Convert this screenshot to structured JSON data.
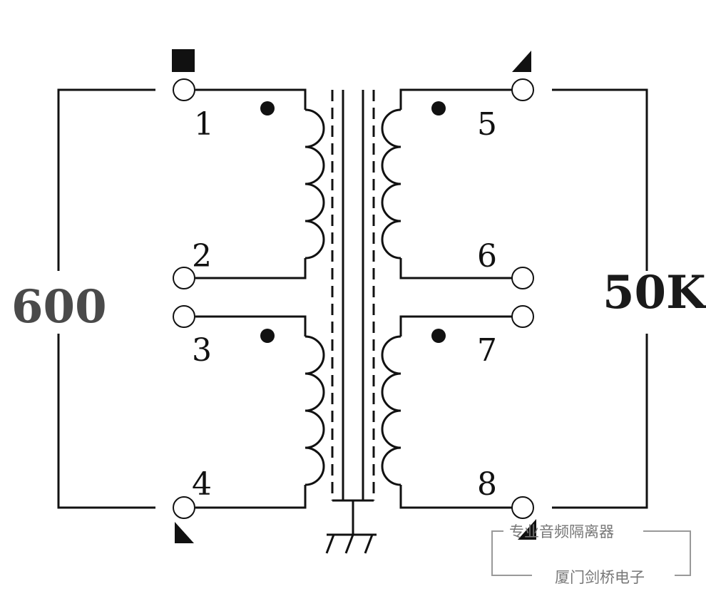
{
  "colors": {
    "wire": "#111111",
    "pin_fill": "#ffffff",
    "impedance_600": "#4a4a4a",
    "impedance_50k": "#1a1a1a",
    "watermark_text": "#777777",
    "watermark_frame": "#999999"
  },
  "impedance": {
    "primary": "600",
    "secondary": "50K"
  },
  "pins": {
    "p1": "1",
    "p2": "2",
    "p3": "3",
    "p4": "4",
    "p5": "5",
    "p6": "6",
    "p7": "7",
    "p8": "8"
  },
  "watermark": {
    "line1": "专业音频隔离器",
    "line2": "厦门剑桥电子"
  }
}
